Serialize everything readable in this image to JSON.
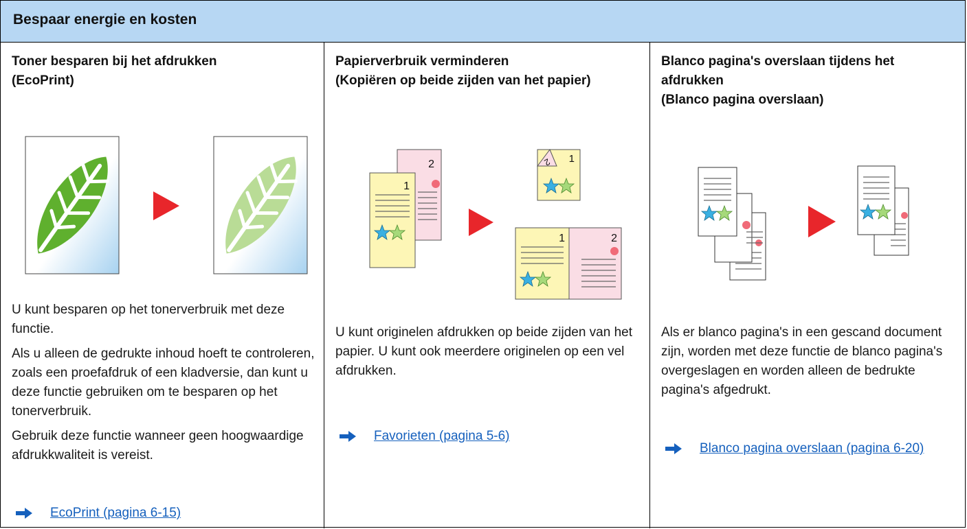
{
  "header": {
    "title": "Bespaar energie en kosten"
  },
  "columns": [
    {
      "title_lines": [
        "Toner besparen bij het afdrukken",
        "(EcoPrint)"
      ],
      "paragraphs": [
        "U kunt besparen op het tonerverbruik met deze functie.",
        "Als u alleen de gedrukte inhoud hoeft te controleren, zoals een proefafdruk of een kladversie, dan kunt u deze functie gebruiken om te besparen op het tonerverbruik.",
        "Gebruik deze functie wanneer geen hoogwaardige afdrukkwaliteit is vereist."
      ],
      "link": "EcoPrint (pagina 6-15)"
    },
    {
      "title_lines": [
        "Papierverbruik verminderen",
        "(Kopiëren op beide zijden van het papier)"
      ],
      "paragraphs": [
        "U kunt originelen afdrukken op beide zijden van het papier. U kunt ook meerdere originelen op een vel afdrukken."
      ],
      "link": "Favorieten (pagina 5-6)",
      "page_numbers": [
        "1",
        "2"
      ]
    },
    {
      "title_lines": [
        "Blanco pagina's overslaan tijdens het afdrukken",
        "(Blanco pagina overslaan)"
      ],
      "paragraphs": [
        "Als er blanco pagina's in een gescand document zijn, worden met deze functie de blanco pagina's overgeslagen en worden alleen de bedrukte pagina's afgedrukt."
      ],
      "link": "Blanco pagina overslaan (pagina 6-20)"
    }
  ],
  "colors": {
    "header_bg": "#b7d7f3",
    "link": "#1560bd",
    "arrow_red": "#e8262b",
    "leaf_green": "#5fb02e",
    "leaf_light": "#b9dc96",
    "note_yellow": "#fdf6b6",
    "note_pink": "#fadde5",
    "star_blue": "#3ab0e2",
    "star_green": "#a6d97a",
    "dot_pink": "#f06a78"
  },
  "icons": {
    "link_arrow": "right-arrow-icon",
    "step_arrow": "play-triangle-icon"
  }
}
